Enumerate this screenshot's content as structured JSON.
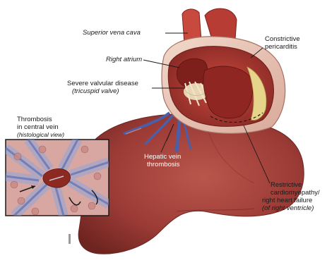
{
  "labels": {
    "superior_vena_cava": "Superior vena cava",
    "right_atrium": "Right atrium",
    "valvular_disease": "Severe valvular disease",
    "valvular_sub": "(tricuspid valve)",
    "constrictive_1": "Constrictive",
    "constrictive_2": "pericarditis",
    "thrombosis_1": "Thrombosis",
    "thrombosis_2": "in central vein",
    "thrombosis_sub": "(histological view)",
    "hepatic_1": "Hepatic vein",
    "hepatic_2": "thrombosis",
    "restrictive_1": "Restrictive",
    "restrictive_2": "cardiomyopathy/",
    "restrictive_3": "right heart failure",
    "restrictive_sub": "(of right ventricle)"
  },
  "colors": {
    "liver": "#9c3b36",
    "liver_dark": "#6e2420",
    "liver_light": "#b9564c",
    "vein_blue": "#4a5fa8",
    "heart_red": "#a3322c",
    "pericardium": "#e9c9b8",
    "valve_yellow": "#e6d48a",
    "tissue_pink": "#d9a7a2"
  }
}
